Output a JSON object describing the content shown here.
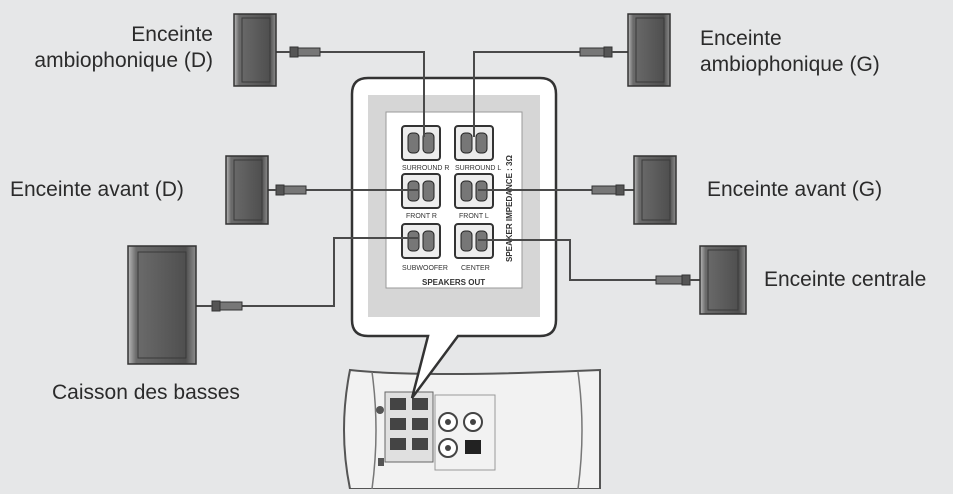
{
  "labels": {
    "surround_right_line1": "Enceinte",
    "surround_right_line2": "ambiophonique (D)",
    "surround_left_line1": "Enceinte",
    "surround_left_line2": "ambiophonique (G)",
    "front_right": "Enceinte avant (D)",
    "front_left": "Enceinte avant (G)",
    "center": "Enceinte centrale",
    "subwoofer": "Caisson des basses"
  },
  "panel": {
    "surround_r": "SURROUND R",
    "surround_l": "SURROUND L",
    "front_r": "FRONT R",
    "front_l": "FRONT L",
    "subwoofer": "SUBWOOFER",
    "center": "CENTER",
    "speakers_out": "SPEAKERS OUT",
    "impedance": "SPEAKER IMPEDANCE : 3Ω"
  },
  "colors": {
    "background": "#e6e7e8",
    "speaker_body": "#8a8a8a",
    "speaker_front": "#5e5e5e",
    "wire": "#4a4a4a",
    "panel_bg": "#ffffff",
    "panel_inner": "#d4d4d4"
  }
}
